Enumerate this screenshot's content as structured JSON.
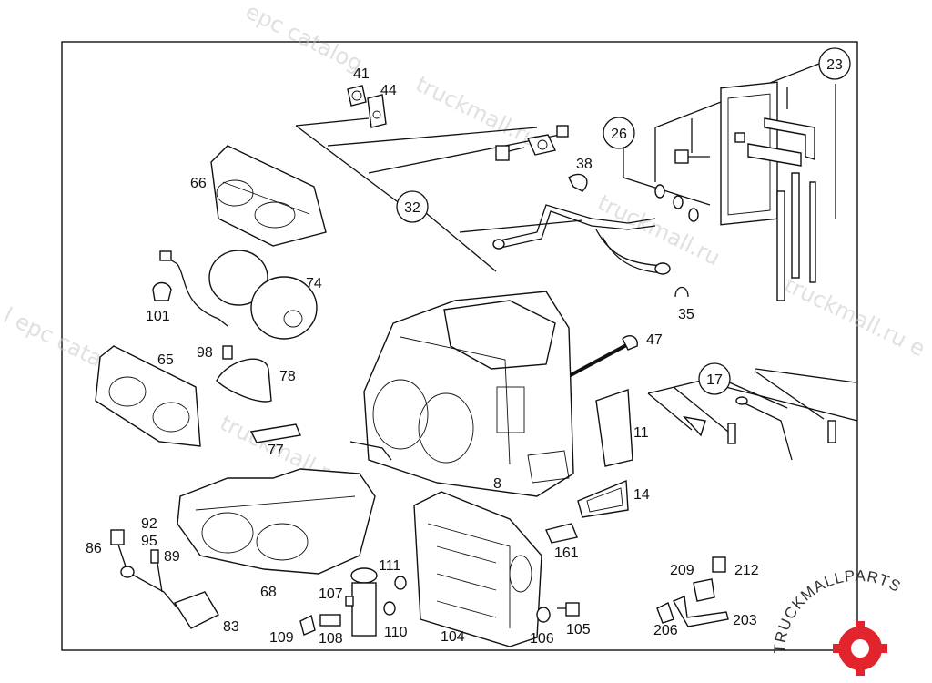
{
  "labels": {
    "p23": "23",
    "p41": "41",
    "p44": "44",
    "p26": "26",
    "p38": "38",
    "p66": "66",
    "p32": "32",
    "p74": "74",
    "p101": "101",
    "p35": "35",
    "p47": "47",
    "p98": "98",
    "p65": "65",
    "p78": "78",
    "p17": "17",
    "p11": "11",
    "p77": "77",
    "p8": "8",
    "p14": "14",
    "p92": "92",
    "p95": "95",
    "p86": "86",
    "p89": "89",
    "p161": "161",
    "p111": "111",
    "p209": "209",
    "p212": "212",
    "p68": "68",
    "p107": "107",
    "p83": "83",
    "p203": "203",
    "p206": "206",
    "p105": "105",
    "p110": "110",
    "p109": "109",
    "p108": "108",
    "p104": "104",
    "p106": "106"
  },
  "watermarks": {
    "w1": "epc catalog",
    "w2": "truckmall.ru",
    "w3": "l epc catalog",
    "w4": "truckmall.ru e"
  },
  "logo": {
    "text": "TRUCKMALLPARTS",
    "accent": "#e2242c"
  }
}
